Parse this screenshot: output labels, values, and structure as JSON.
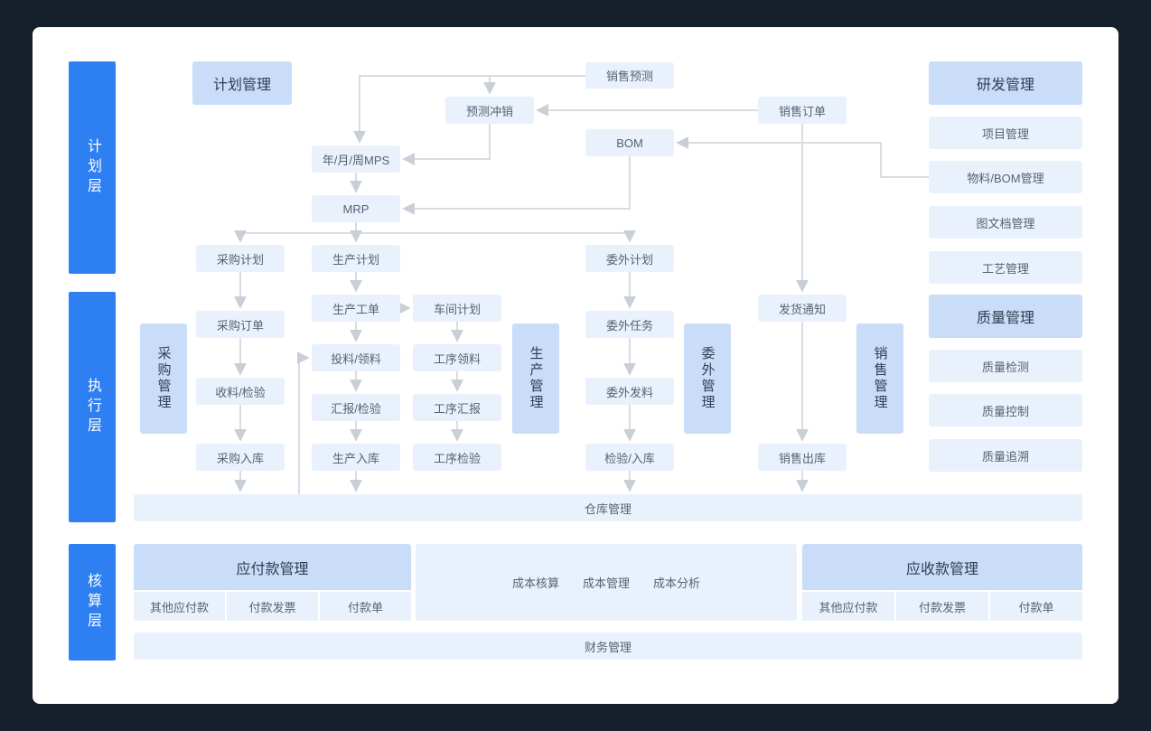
{
  "colors": {
    "background": "#16202d",
    "card": "#ffffff",
    "layer_accent": "#2e7ff2",
    "header_box": "#c9dcf8",
    "item_box": "#e9f1fc",
    "connector": "#d9dde2"
  },
  "layers": {
    "planning": "计划层",
    "execution": "执行层",
    "accounting": "核算层"
  },
  "planning": {
    "plan_mgmt": "计划管理",
    "sales_forecast": "销售预测",
    "forecast_offset": "预测冲销",
    "sales_order": "销售订单",
    "bom": "BOM",
    "mps": "年/月/周MPS",
    "mrp": "MRP",
    "purchase_plan": "采购计划",
    "production_plan": "生产计划",
    "outsourcing_plan": "委外计划"
  },
  "rd": {
    "title": "研发管理",
    "items": [
      "项目管理",
      "物料/BOM管理",
      "图文档管理",
      "工艺管理"
    ]
  },
  "execution": {
    "purchase_mgmt": "采购管理",
    "purchase_order": "采购订单",
    "receiving_inspection": "收料/检验",
    "purchase_inbound": "采购入库",
    "production_work_order": "生产工单",
    "workshop_plan": "车间计划",
    "feeding_picking": "投料/领料",
    "process_picking": "工序领料",
    "report_inspection": "汇报/检验",
    "process_report": "工序汇报",
    "production_inbound": "生产入库",
    "process_inspection": "工序检验",
    "production_mgmt": "生产管理",
    "outsourcing_task": "委外任务",
    "outsourcing_issue": "委外发料",
    "inspection_inbound": "检验/入库",
    "outsourcing_mgmt": "委外管理",
    "delivery_notice": "发货通知",
    "sales_outbound": "销售出库",
    "sales_mgmt": "销售管理",
    "warehouse_mgmt": "仓库管理"
  },
  "quality": {
    "title": "质量管理",
    "items": [
      "质量检测",
      "质量控制",
      "质量追溯"
    ]
  },
  "accounting": {
    "payable": {
      "title": "应付款管理",
      "items": [
        "其他应付款",
        "付款发票",
        "付款单"
      ]
    },
    "cost_items": [
      "成本核算",
      "成本管理",
      "成本分析"
    ],
    "receivable": {
      "title": "应收款管理",
      "items": [
        "其他应付款",
        "付款发票",
        "付款单"
      ]
    },
    "finance_mgmt": "财务管理"
  }
}
